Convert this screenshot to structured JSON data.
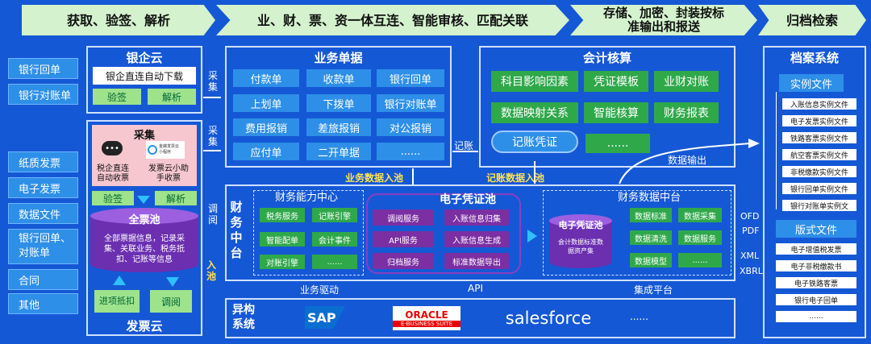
{
  "header": {
    "stage1": "获取、验签、解析",
    "stage2": "业、财、票、资一体互连、智能审核、匹配关联",
    "stage3_line1": "存储、加密、封装按标",
    "stage3_line2": "准输出和报送",
    "stage4": "归档检索"
  },
  "left_sources": {
    "top": [
      "银行回单",
      "银行对账单"
    ],
    "bottom": [
      "纸质发票",
      "电子发票",
      "数据文件",
      "银行回单、对账单",
      "合同",
      "其他"
    ]
  },
  "bank_cloud": {
    "title": "银企云",
    "direct": "银企直连自动下载",
    "verify": "验签",
    "parse": "解析"
  },
  "invoice_cloud": {
    "collect_title": "采集",
    "icon_text": "金蝶发票云 小程序",
    "tax_label": "税企直连自动收票",
    "mini_label": "发票云小助手收票",
    "verify": "验签",
    "parse": "解析",
    "pool_title": "全票池",
    "pool_desc": "全部票据信息，记录采集、关联业务、税务抵扣、记账等信息",
    "input_deduct": "进项抵扣",
    "read": "调阅",
    "title": "发票云"
  },
  "business_docs": {
    "title": "业务单据",
    "cells": [
      [
        "付款单",
        "收款单",
        "银行回单"
      ],
      [
        "上划单",
        "下拨单",
        "银行对账单"
      ],
      [
        "费用报销",
        "差旅报销",
        "对公报销"
      ],
      [
        "应付单",
        "二开单据",
        "......"
      ]
    ]
  },
  "accounting": {
    "title": "会计核算",
    "cells": [
      [
        "科目影响因素",
        "凭证模板",
        "业财对账"
      ],
      [
        "数据映射关系",
        "智能核算",
        "财务报表"
      ]
    ],
    "voucher": "记账凭证",
    "more": "......"
  },
  "finance_center": {
    "vertical_title": "财务中台",
    "capability_title": "财务能力中心",
    "capability_cells": [
      "税务服务",
      "记账引擎",
      "智能配单",
      "会计事件",
      "对账引擎",
      "......"
    ],
    "evoucher_title": "电子凭证池",
    "evoucher_cells": [
      "调阅服务",
      "入账信息归集",
      "API服务",
      "入账信息生成",
      "归档服务",
      "标准数据导出"
    ],
    "data_title": "财务数据中台",
    "cyl_title": "电子凭证池",
    "cyl_desc": "会计数据标准数据资产集",
    "data_cells": [
      "数据标准",
      "数据采集",
      "数据清洗",
      "数据服务",
      "数据模型",
      "......"
    ]
  },
  "archive": {
    "title": "档案系统",
    "instance_title": "实例文件",
    "instance_items": [
      "入账信息实例文件",
      "电子发票实例文件",
      "铁路客票实例文件",
      "航空客票实例文件",
      "非税缴款实例文件",
      "银行回单实例文件",
      "银行对账单实例文"
    ],
    "layout_title": "版式文件",
    "layout_items": [
      "电子增值税发票",
      "电子非税缴款书",
      "电子铁路客票",
      "银行电子回单",
      "......"
    ]
  },
  "hetero": {
    "title": "异构系统",
    "sap": "SAP",
    "oracle_top": "ORACLE",
    "oracle_bottom": "E-BUSINESS SUITE",
    "salesforce": "salesforce",
    "more": "......"
  },
  "labels": {
    "collect1": "采集",
    "collect2": "采集",
    "bookkeep": "记账",
    "biz_to_pool": "业务数据入池",
    "voucher_to_pool": "记账数据入池",
    "data_output": "数据输出",
    "read": "调阅",
    "into_pool": "入池",
    "biz_driven": "业务驱动",
    "api": "API",
    "integration": "集成平台",
    "ofd": "OFD",
    "pdf": "PDF",
    "xml": "XML",
    "xbrl": "XBRL"
  }
}
